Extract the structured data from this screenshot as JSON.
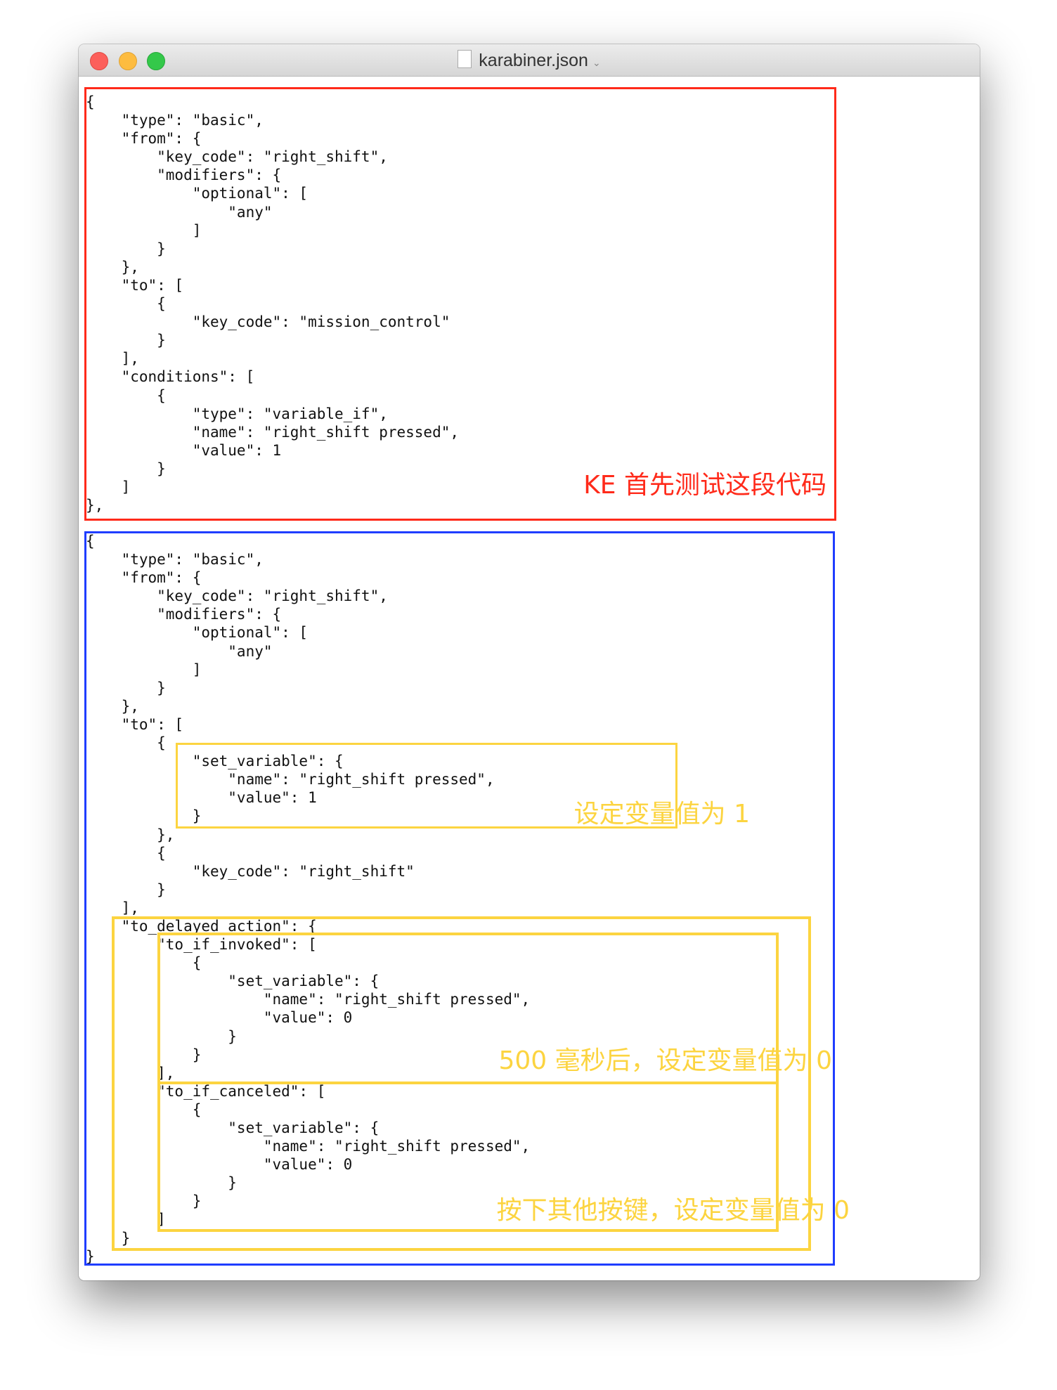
{
  "window": {
    "title": "karabiner.json"
  },
  "colors": {
    "red_box": "#ff2a1a",
    "blue_box": "#1f3dff",
    "yellow_box": "#fcd440",
    "yellow_text": "#fcd440",
    "red_text": "#ff2a1a"
  },
  "block1": {
    "lines": [
      "{",
      "    \"type\": \"basic\",",
      "    \"from\": {",
      "        \"key_code\": \"right_shift\",",
      "        \"modifiers\": {",
      "            \"optional\": [",
      "                \"any\"",
      "            ]",
      "        }",
      "    },",
      "    \"to\": [",
      "        {",
      "            \"key_code\": \"mission_control\"",
      "        }",
      "    ],",
      "    \"conditions\": [",
      "        {",
      "            \"type\": \"variable_if\",",
      "            \"name\": \"right_shift pressed\",",
      "            \"value\": 1",
      "        }",
      "    ]",
      "},"
    ],
    "note": "KE 首先测试这段代码"
  },
  "block2": {
    "lines": [
      "{",
      "    \"type\": \"basic\",",
      "    \"from\": {",
      "        \"key_code\": \"right_shift\",",
      "        \"modifiers\": {",
      "            \"optional\": [",
      "                \"any\"",
      "            ]",
      "        }",
      "    },",
      "    \"to\": [",
      "        {",
      "            \"set_variable\": {",
      "                \"name\": \"right_shift pressed\",",
      "                \"value\": 1",
      "            }",
      "        },",
      "        {",
      "            \"key_code\": \"right_shift\"",
      "        }",
      "    ],",
      "    \"to_delayed_action\": {",
      "        \"to_if_invoked\": [",
      "            {",
      "                \"set_variable\": {",
      "                    \"name\": \"right_shift pressed\",",
      "                    \"value\": 0",
      "                }",
      "            }",
      "        ],",
      "        \"to_if_canceled\": [",
      "            {",
      "                \"set_variable\": {",
      "                    \"name\": \"right_shift pressed\",",
      "                    \"value\": 0",
      "                }",
      "            }",
      "        ]",
      "    }",
      "}"
    ],
    "note_set_variable": "设定变量值为 1",
    "note_invoked": "500 毫秒后，设定变量值为 0",
    "note_canceled": "按下其他按键，设定变量值为 0"
  }
}
